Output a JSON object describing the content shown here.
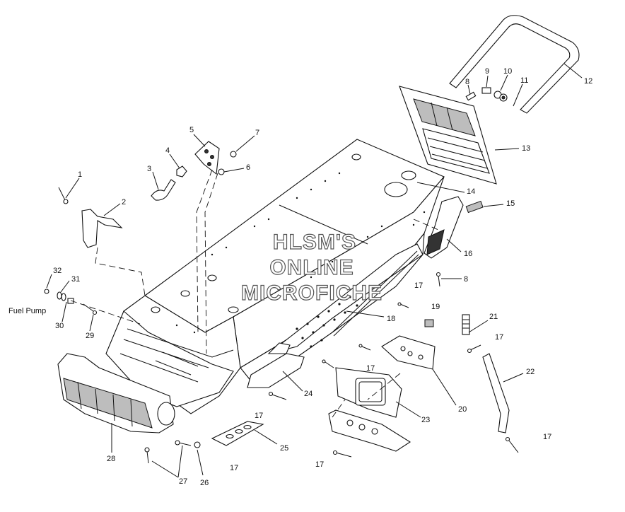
{
  "watermark": [
    "HLSM'S",
    "ONLINE",
    "MICROFICHE"
  ],
  "fuel_pump_label": "Fuel Pump",
  "callouts": [
    "1",
    "2",
    "3",
    "4",
    "5",
    "6",
    "7",
    "8",
    "9",
    "10",
    "11",
    "12",
    "13",
    "14",
    "15",
    "16",
    "8",
    "17",
    "18",
    "19",
    "21",
    "17",
    "22",
    "17",
    "20",
    "23",
    "24",
    "25",
    "17",
    "17",
    "17",
    "28",
    "27",
    "26",
    "32",
    "31",
    "30",
    "29",
    "17"
  ]
}
